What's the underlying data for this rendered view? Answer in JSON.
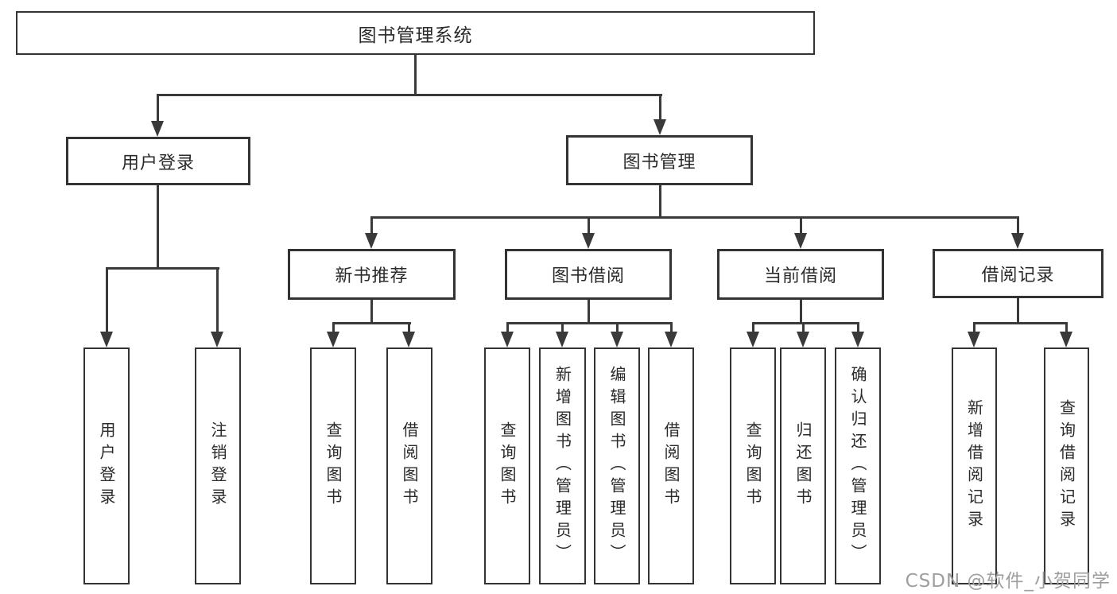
{
  "tree": {
    "label": "图书管理系统",
    "children": [
      {
        "label": "用户登录",
        "children": [
          {
            "label": "用户登录"
          },
          {
            "label": "注销登录"
          }
        ]
      },
      {
        "label": "图书管理",
        "children": [
          {
            "label": "新书推荐",
            "children": [
              {
                "label": "查询图书"
              },
              {
                "label": "借阅图书"
              }
            ]
          },
          {
            "label": "图书借阅",
            "children": [
              {
                "label": "查询图书"
              },
              {
                "label": "新增图书（管理员）"
              },
              {
                "label": "编辑图书（管理员）"
              },
              {
                "label": "借阅图书"
              }
            ]
          },
          {
            "label": "当前借阅",
            "children": [
              {
                "label": "查询图书"
              },
              {
                "label": "归还图书"
              },
              {
                "label": "确认归还（管理员）"
              }
            ]
          },
          {
            "label": "借阅记录",
            "children": [
              {
                "label": "新增借阅记录"
              },
              {
                "label": "查询借阅记录"
              }
            ]
          }
        ]
      }
    ]
  },
  "watermark": {
    "text": "CSDN @软件_小贺同学"
  },
  "colors": {
    "line": "#3a3a3a",
    "box_border": "#333333",
    "text": "#2a2a2a",
    "watermark": "#9e9e9e",
    "background": "#ffffff"
  }
}
